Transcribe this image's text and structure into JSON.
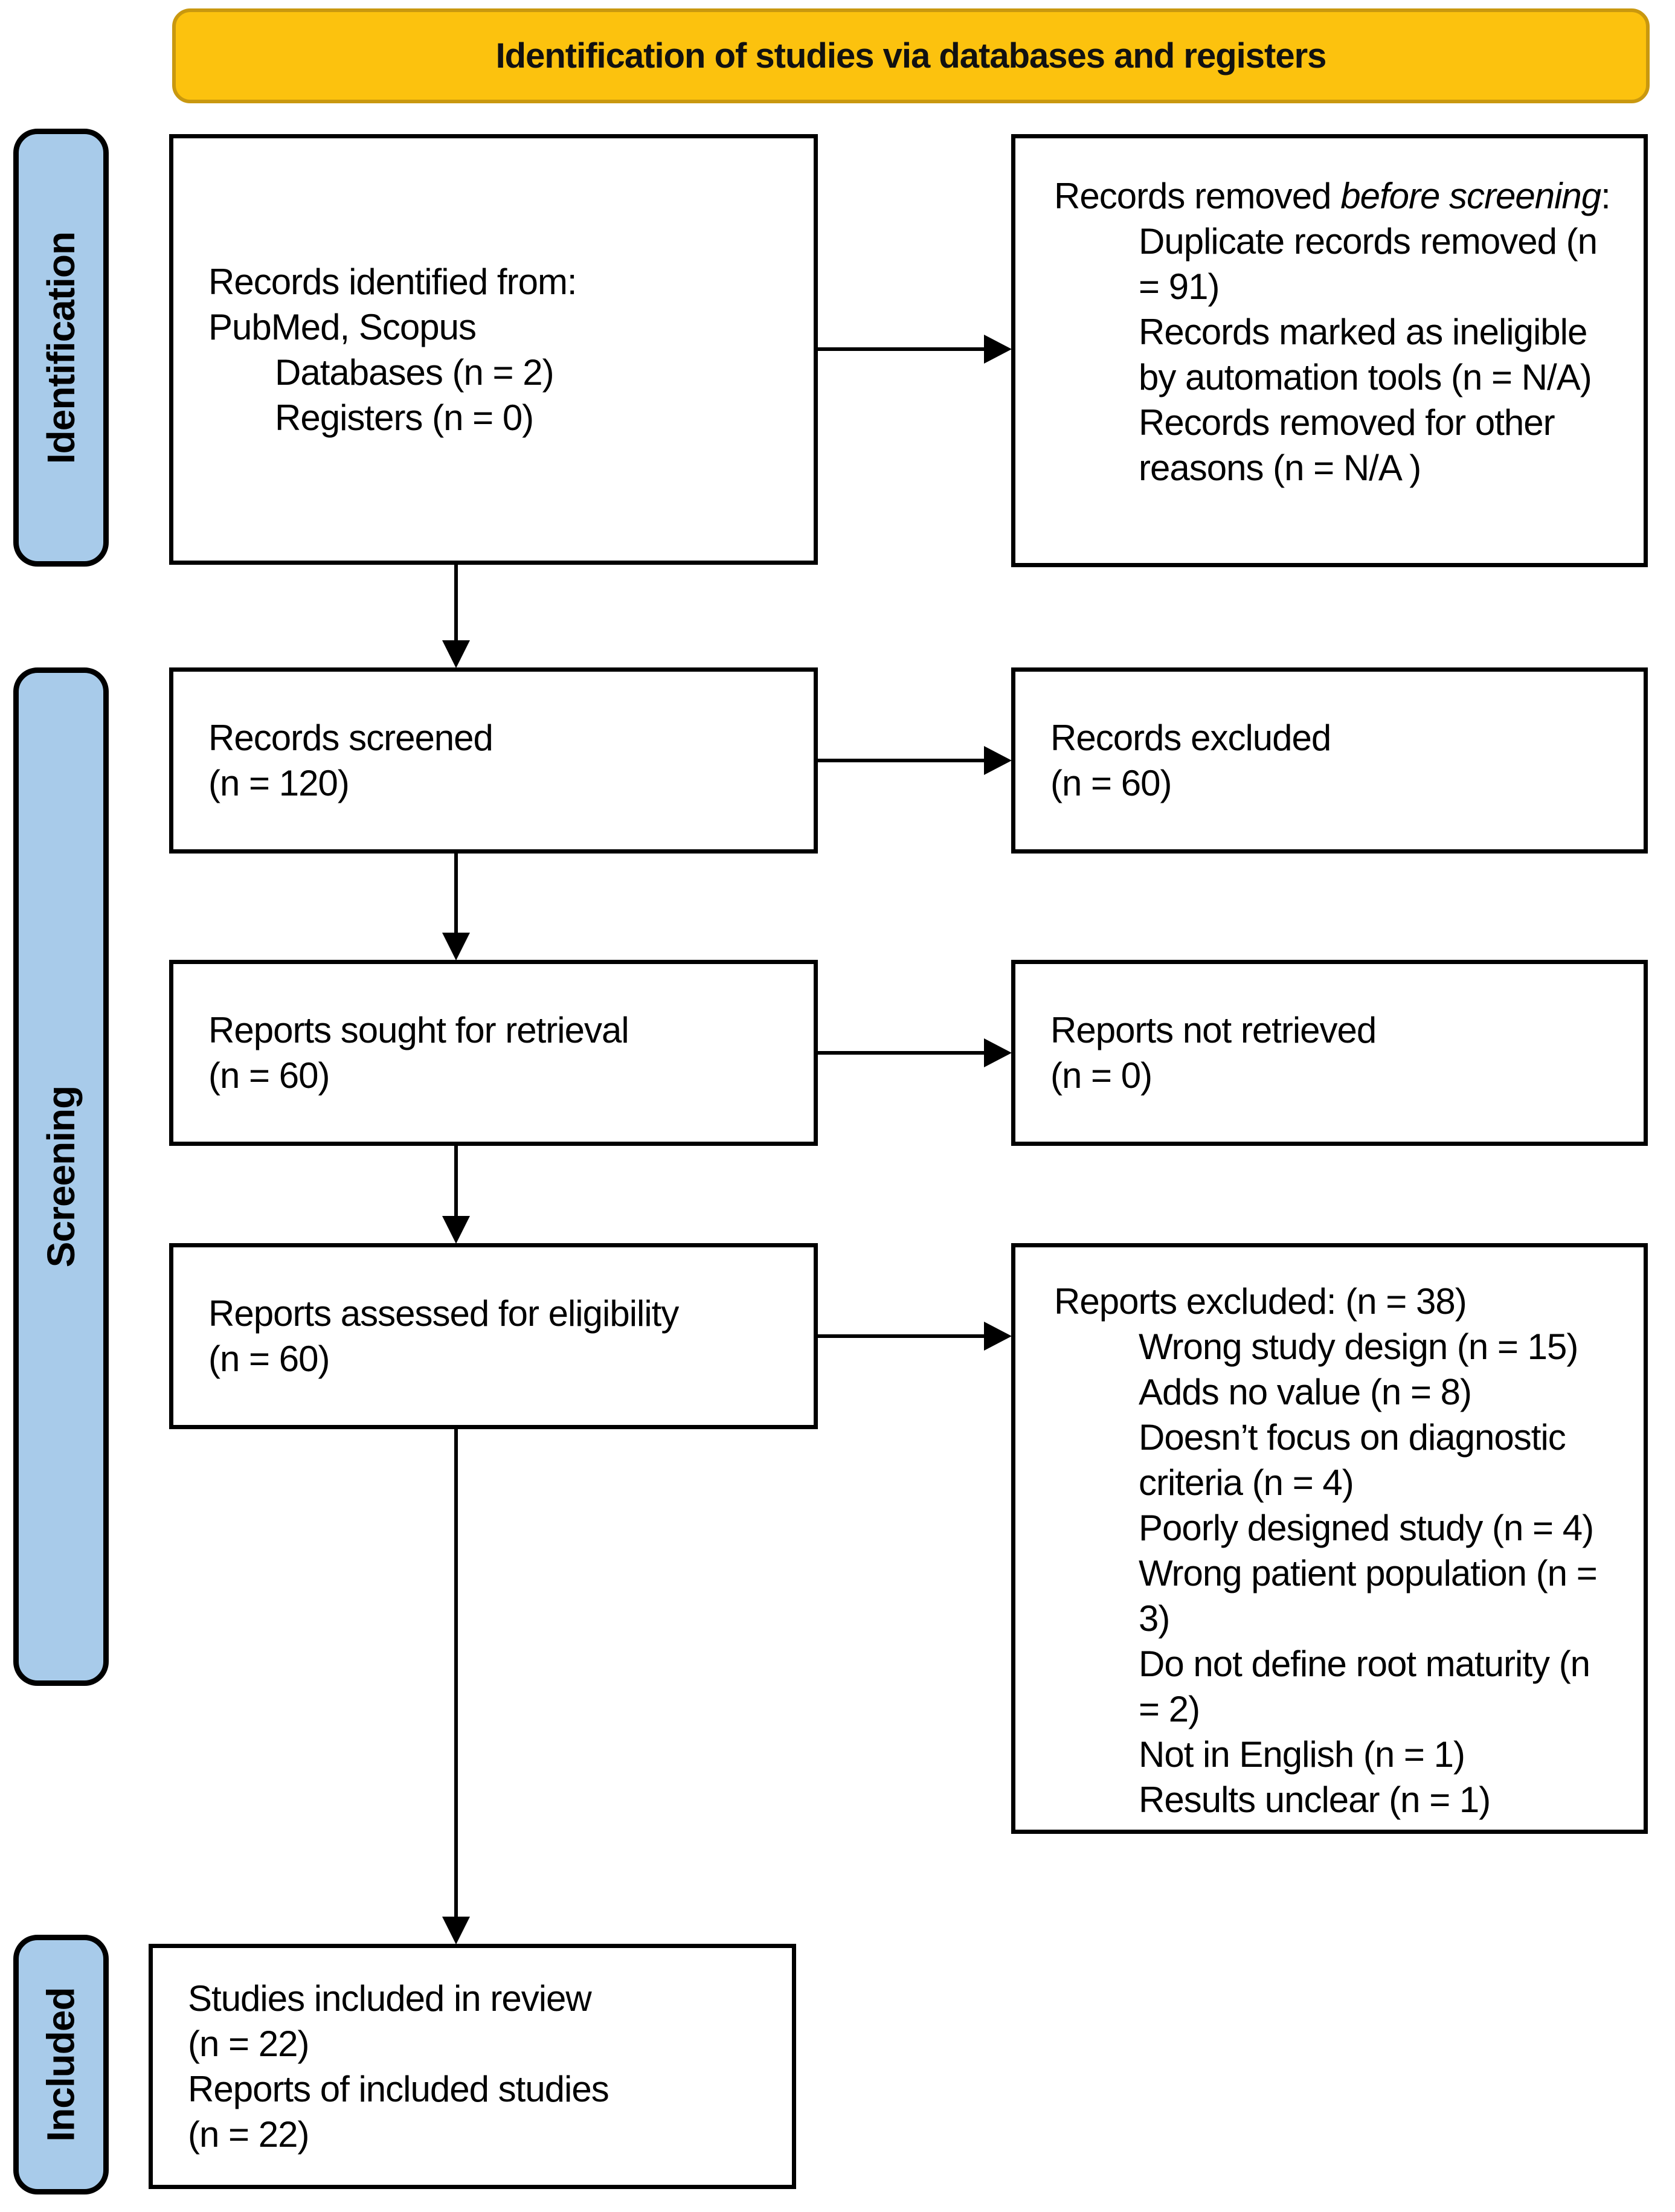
{
  "title": "Identification of studies via databases and registers",
  "stages": {
    "identification": "Identification",
    "screening": "Screening",
    "included": "Included"
  },
  "colors": {
    "banner_fill": "#FCC20E",
    "banner_border": "#C9980F",
    "stage_fill": "#A8CBEA",
    "box_border": "#000000"
  },
  "boxes": {
    "identified": {
      "lines": [
        "Records identified from:",
        "PubMed, Scopus"
      ],
      "indented_lines": [
        "Databases (n = 2)",
        "Registers (n = 0)"
      ]
    },
    "removed_before_screening": {
      "header_prefix": "Records removed ",
      "header_italic": "before screening",
      "header_suffix": ":",
      "items": [
        "Duplicate records removed (n = 91)",
        "Records marked as ineligible by automation tools (n = N/A)",
        "Records removed for other reasons (n = N/A )"
      ]
    },
    "records_screened": {
      "line1": "Records screened",
      "line2": "(n = 120)"
    },
    "records_excluded": {
      "line1": "Records excluded",
      "line2": "(n = 60)"
    },
    "reports_sought": {
      "line1": "Reports sought for retrieval",
      "line2": "(n = 60)"
    },
    "reports_not_retrieved": {
      "line1": "Reports not retrieved",
      "line2": "(n = 0)"
    },
    "reports_assessed": {
      "line1": "Reports assessed for eligibility",
      "line2": "(n = 60)"
    },
    "reports_excluded": {
      "header": "Reports excluded: (n = 38)",
      "items": [
        "Wrong study design (n = 15)",
        "Adds no value (n = 8)",
        "Doesn’t focus on diagnostic criteria (n = 4)",
        "Poorly designed study (n = 4)",
        "Wrong patient population (n = 3)",
        "Do not define root maturity (n = 2)",
        "Not in English (n = 1)",
        "Results unclear (n = 1)"
      ]
    },
    "studies_included": {
      "lines": [
        "Studies included in review",
        "(n = 22)",
        "Reports of included studies",
        "(n = 22)"
      ]
    }
  }
}
